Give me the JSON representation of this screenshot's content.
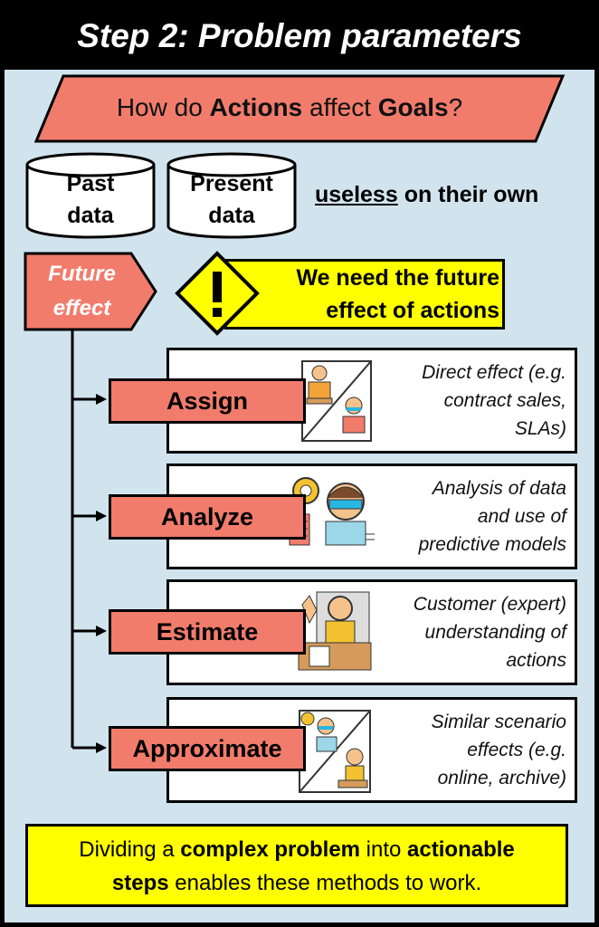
{
  "title": "Step 2: Problem parameters",
  "question": {
    "prefix": "How do ",
    "actions": "Actions",
    "middle": " affect ",
    "goals": "Goals",
    "suffix": "?"
  },
  "past_data": {
    "line1": "Past",
    "line2": "data"
  },
  "present_data": {
    "line1": "Present",
    "line2": "data"
  },
  "useless": {
    "word": "useless",
    "rest": " on their own"
  },
  "future_effect": {
    "line1": "Future",
    "line2": "effect"
  },
  "warning": {
    "line1": "We need the future",
    "line2": "effect of actions"
  },
  "methods": [
    {
      "label": "Assign",
      "desc": [
        "Direct effect (e.g.",
        "contract sales,",
        "SLAs)"
      ]
    },
    {
      "label": "Analyze",
      "desc": [
        "Analysis of data",
        "and use of",
        "predictive models"
      ]
    },
    {
      "label": "Estimate",
      "desc": [
        "Customer (expert)",
        "understanding of",
        "actions"
      ]
    },
    {
      "label": "Approximate",
      "desc": [
        "Similar scenario",
        "effects (e.g.",
        "online, archive)"
      ]
    }
  ],
  "bottom": {
    "p1": "Dividing a ",
    "b1": "complex problem",
    "p2": " into ",
    "b2": "actionable",
    "b3": "steps",
    "p3": " enables these methods to work."
  },
  "colors": {
    "salmon": "#f27c6c",
    "yellow": "#ffff00",
    "panel": "#d1e4ee",
    "black": "#000000"
  }
}
